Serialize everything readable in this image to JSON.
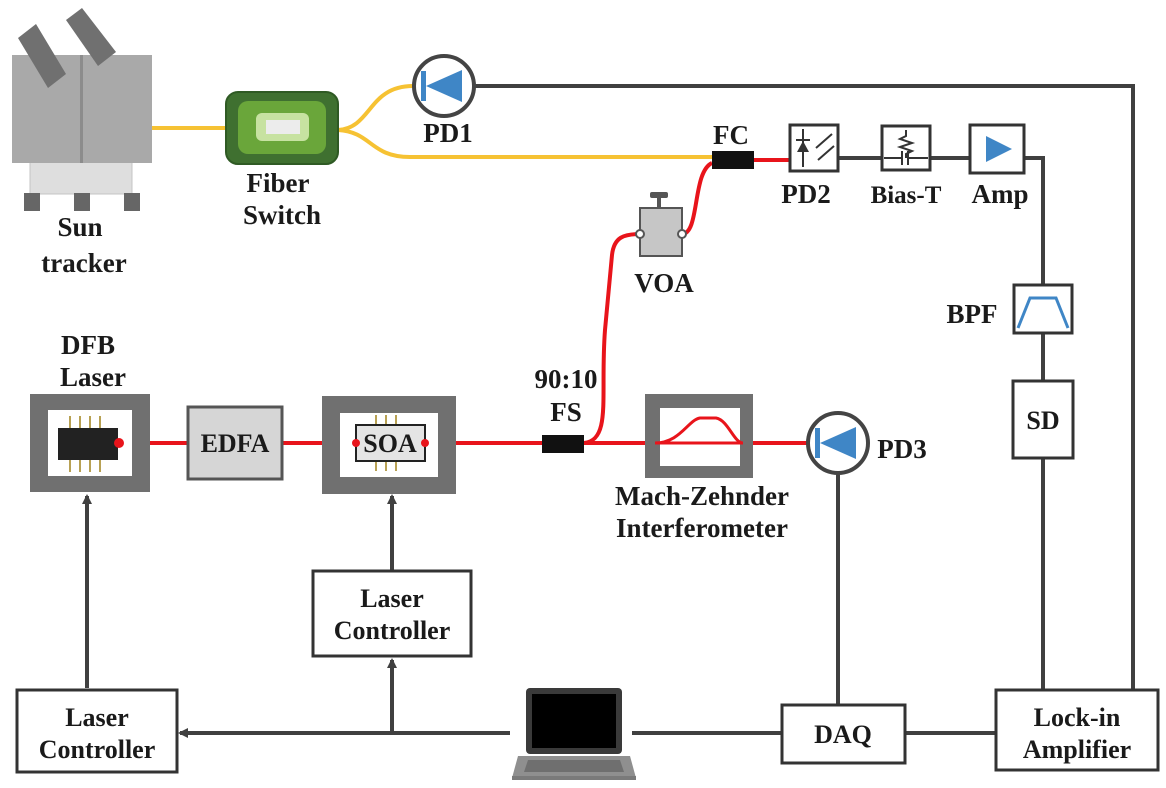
{
  "labels": {
    "sun_tracker_1": "Sun",
    "sun_tracker_2": "tracker",
    "fiber_switch_1": "Fiber",
    "fiber_switch_2": "Switch",
    "pd1": "PD1",
    "pd2": "PD2",
    "pd3": "PD3",
    "fc": "FC",
    "bias_t": "Bias-T",
    "amp": "Amp",
    "voa": "VOA",
    "bpf": "BPF",
    "sd": "SD",
    "dfb_1": "DFB",
    "dfb_2": "Laser",
    "edfa": "EDFA",
    "soa": "SOA",
    "fs_1": "90:10",
    "fs_2": "FS",
    "mzi_1": "Mach-Zehnder",
    "mzi_2": "Interferometer",
    "laser_ctrl_soa_1": "Laser",
    "laser_ctrl_soa_2": "Controller",
    "laser_ctrl_dfb_1": "Laser",
    "laser_ctrl_dfb_2": "Controller",
    "daq": "DAQ",
    "lockin_1": "Lock-in",
    "lockin_2": "Amplifier"
  },
  "colors": {
    "laser_fiber": "#e8141b",
    "solar_fiber": "#f6c233",
    "electrical": "#404040",
    "photodiode": "#3f86c6",
    "module_gray": "#707070"
  }
}
